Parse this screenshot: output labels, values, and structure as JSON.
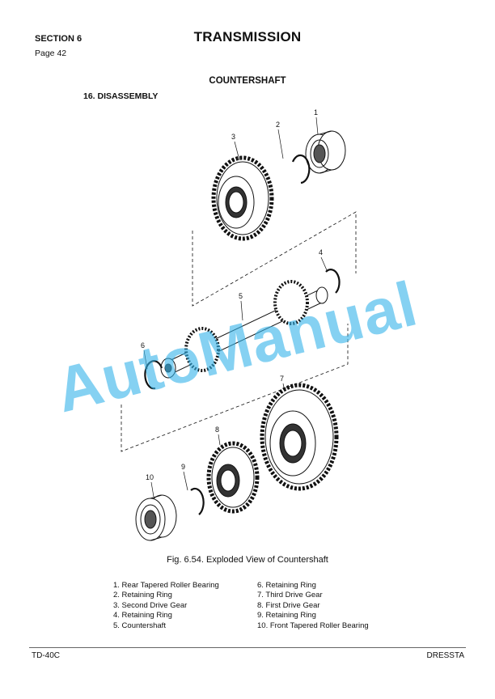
{
  "header": {
    "section": "SECTION 6",
    "page_label": "Page",
    "page_number": "42",
    "title": "TRANSMISSION"
  },
  "subtitle": "COUNTERSHAFT",
  "step": "16. DISASSEMBLY",
  "figure": {
    "callouts": [
      "1",
      "2",
      "3",
      "4",
      "5",
      "6",
      "7",
      "8",
      "9",
      "10"
    ],
    "caption": "Fig. 6.54. Exploded View of Countershaft"
  },
  "legend": {
    "left": [
      "1. Rear Tapered Roller Bearing",
      "2. Retaining Ring",
      "3. Second Drive Gear",
      "4. Retaining Ring",
      "5. Countershaft"
    ],
    "right": [
      "6. Retaining Ring",
      "7. Third Drive Gear",
      "8. First Drive Gear",
      "9. Retaining Ring",
      "10. Front Tapered Roller Bearing"
    ]
  },
  "footer": {
    "left": "TD-40C",
    "right": "DRESSTA"
  },
  "watermark": "AutoManual",
  "colors": {
    "watermark": "#35b4ea",
    "text": "#111111"
  }
}
